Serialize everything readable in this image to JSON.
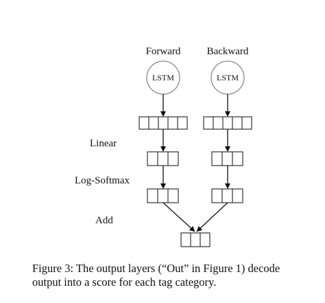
{
  "diagram": {
    "columns": {
      "forward": {
        "label": "Forward",
        "node": "LSTM"
      },
      "backward": {
        "label": "Backward",
        "node": "LSTM"
      }
    },
    "row_labels": {
      "linear": "Linear",
      "log_softmax": "Log-Softmax",
      "add": "Add"
    }
  },
  "caption": {
    "line1": "Figure 3:  The output layers (“Out” in Figure 1) decode",
    "line2": "output into a score for each tag category."
  },
  "colors": {
    "stroke": "#333333",
    "lstm_stroke": "#888888"
  }
}
